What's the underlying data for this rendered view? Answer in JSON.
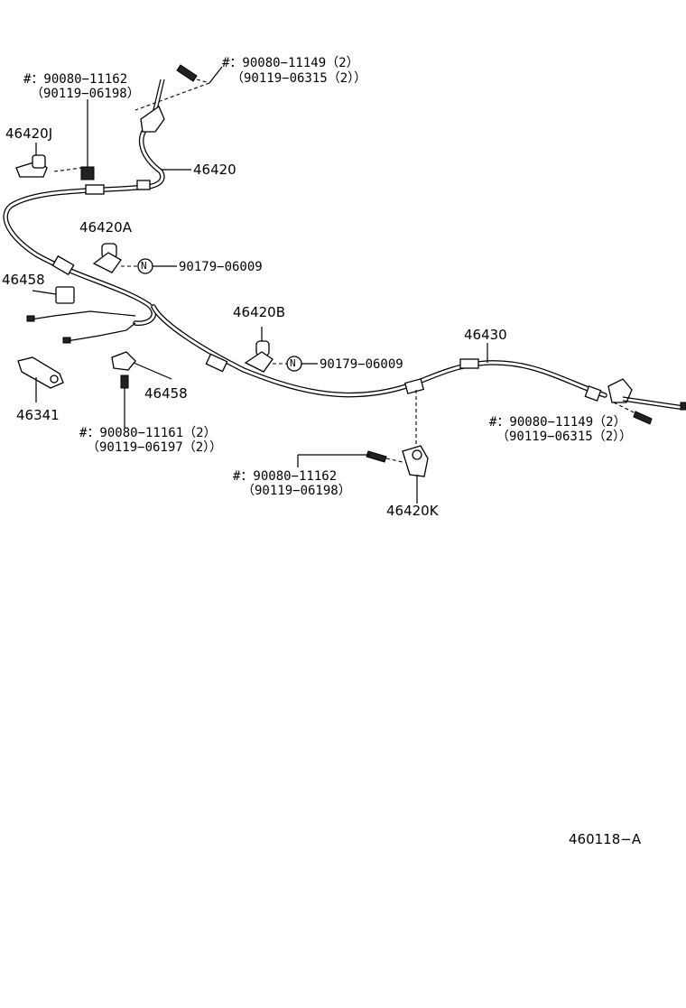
{
  "labels": {
    "bolt_top_left_1": "#：90080−11162",
    "bolt_top_left_2": "（90119−06198）",
    "bolt_top_right_1": "#：90080−11149（2）",
    "bolt_top_right_2": "（90119−06315（2））",
    "part_46420J": "46420J",
    "part_46420": "46420",
    "part_46420A": "46420A",
    "nut_a": "90179−06009",
    "part_46458_top": "46458",
    "part_46420B": "46420B",
    "nut_b": "90179−06009",
    "part_46430": "46430",
    "part_46341": "46341",
    "part_46458_bottom": "46458",
    "bolt_mid_left_1": "#：90080−11161（2）",
    "bolt_mid_left_2": "（90119−06197（2））",
    "bolt_right_1": "#：90080−11149（2）",
    "bolt_right_2": "（90119−06315（2））",
    "bolt_center_1": "#：90080−11162",
    "bolt_center_2": "（90119−06198）",
    "part_46420K": "46420K",
    "figure_code": "460118−A",
    "nut_symbol": "N"
  }
}
